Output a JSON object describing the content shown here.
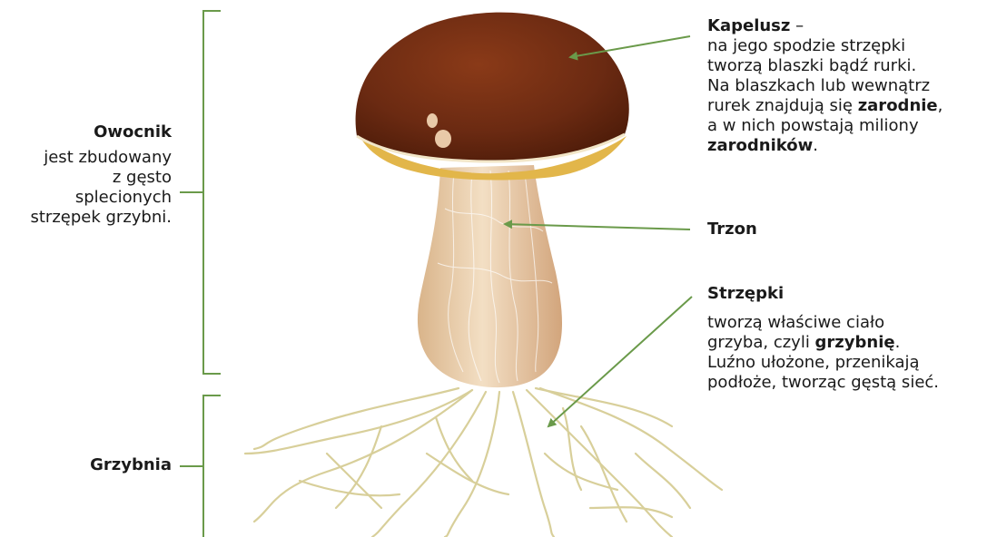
{
  "labels": {
    "owocnik": {
      "title": "Owocnik",
      "line1": "jest zbudowany",
      "line2": "z gęsto",
      "line3": "splecionych",
      "line4": "strzępek grzybni."
    },
    "grzybnia": {
      "title": "Grzybnia"
    },
    "kapelusz": {
      "title": "Kapelusz",
      "dash": " –",
      "line1": "na jego spodzie strzępki",
      "line2": "tworzą blaszki bądź rurki.",
      "line3": "Na blaszkach lub wewnątrz",
      "line4a": "rurek znajdują się ",
      "line4b": "zarodnie",
      "line4c": ",",
      "line5": "a w nich powstają miliony",
      "line6a": "zarodników",
      "line6b": "."
    },
    "trzon": {
      "title": "Trzon"
    },
    "strzepki": {
      "title": "Strzępki",
      "line1": "tworzą właściwe ciało",
      "line2a": "grzyba, czyli ",
      "line2b": "grzybnię",
      "line2c": ".",
      "line3": "Luźno ułożone, przenikają",
      "line4": "podłoże, tworząc gęstą sieć."
    }
  },
  "colors": {
    "bracket": "#6a9a4a",
    "arrow": "#6a9a4a",
    "cap": "#6b2a12",
    "cap_underside": "#e2b64a",
    "stem": "#e8c9a4",
    "mycelium": "#d8cf9a"
  }
}
